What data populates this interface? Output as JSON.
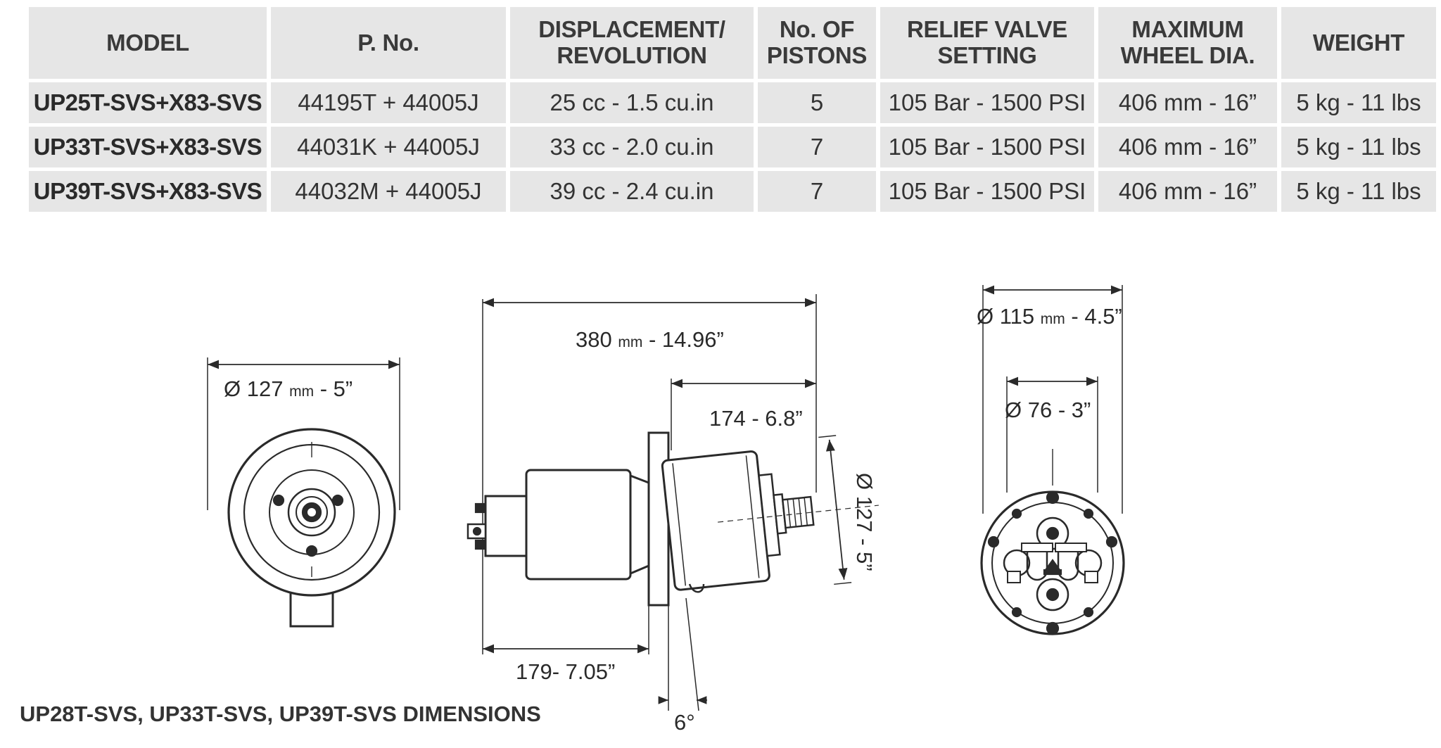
{
  "table": {
    "headers": [
      "MODEL",
      "P. No.",
      "DISPLACEMENT/\nREVOLUTION",
      "No. OF\nPISTONS",
      "RELIEF VALVE\nSETTING",
      "MAXIMUM\nWHEEL DIA.",
      "WEIGHT"
    ],
    "rows": [
      [
        "UP25T-SVS+X83-SVS",
        "44195T + 44005J",
        "25 cc - 1.5 cu.in",
        "5",
        "105 Bar - 1500 PSI",
        "406 mm - 16”",
        "5 kg - 11 lbs"
      ],
      [
        "UP33T-SVS+X83-SVS",
        "44031K + 44005J",
        "33 cc - 2.0 cu.in",
        "7",
        "105 Bar - 1500 PSI",
        "406 mm - 16”",
        "5 kg - 11 lbs"
      ],
      [
        "UP39T-SVS+X83-SVS",
        "44032M + 44005J",
        "39 cc - 2.4 cu.in",
        "7",
        "105 Bar - 1500 PSI",
        "406 mm - 16”",
        "5 kg - 11 lbs"
      ]
    ]
  },
  "dimensions": {
    "front_diameter_prefix": "Ø 127",
    "front_diameter_unit": "mm",
    "front_diameter_suffix": "- 5”",
    "overall_length_value": "380",
    "overall_length_unit": "mm",
    "overall_length_suffix": "- 14.96”",
    "shaft_length": "174 - 6.8”",
    "body_length": "179- 7.05”",
    "housing_diameter": "Ø 127 - 5”",
    "tilt_angle": "6°",
    "rear_diameter_prefix": "Ø 115",
    "rear_diameter_unit": "mm",
    "rear_diameter_suffix": "- 4.5”",
    "bolt_circle_diameter": "Ø 76 - 3”"
  },
  "caption": "UP28T-SVS, UP33T-SVS, UP39T-SVS DIMENSIONS",
  "colors": {
    "cell_background": "#e6e6e6",
    "line": "#2a2a2a",
    "text": "#2a2a2a"
  }
}
